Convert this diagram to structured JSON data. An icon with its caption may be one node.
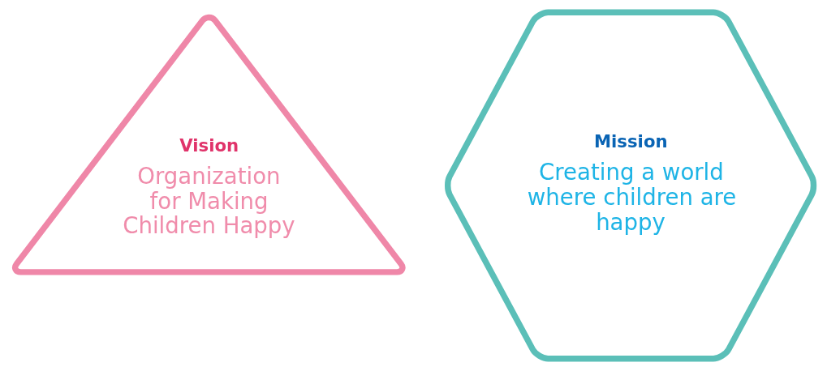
{
  "diagram": {
    "nodes": [
      {
        "text": [
          "Vision",
          "Organization for Making Children Happy"
        ]
      },
      {
        "text": [
          "Mission",
          "Creating a world where children are happy"
        ]
      }
    ]
  }
}
